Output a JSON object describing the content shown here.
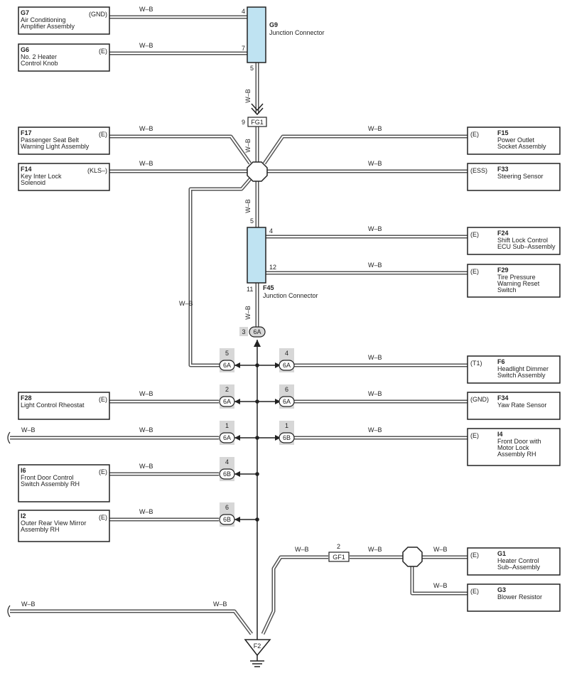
{
  "wire_color": "W–B",
  "colors": {
    "wire": "#555555",
    "connector_fill": "#bfe3f2",
    "tag_fill": "#d7d7d7",
    "line": "#222222"
  },
  "components": {
    "G7": {
      "code": "G7",
      "lines": [
        "Air Conditioning",
        "Amplifier Assembly"
      ],
      "pin": "(GND)"
    },
    "G6": {
      "code": "G6",
      "lines": [
        "No. 2 Heater",
        "Control Knob"
      ],
      "pin": "(E)"
    },
    "F17": {
      "code": "F17",
      "lines": [
        "Passenger Seat Belt",
        "Warning Light Assembly"
      ],
      "pin": "(E)"
    },
    "F14": {
      "code": "F14",
      "lines": [
        "Key Inter Lock",
        "Solenoid"
      ],
      "pin": "(KLS–)"
    },
    "F15": {
      "code": "F15",
      "lines": [
        "Power Outlet",
        "Socket Assembly"
      ],
      "pin": "(E)"
    },
    "F33": {
      "code": "F33",
      "lines": [
        "Steering Sensor"
      ],
      "pin": "(ESS)"
    },
    "F24": {
      "code": "F24",
      "lines": [
        "Shift Lock Control",
        "ECU Sub–Assembly"
      ],
      "pin": "(E)"
    },
    "F29": {
      "code": "F29",
      "lines": [
        "Tire Pressure",
        "Warning Reset",
        "Switch"
      ],
      "pin": "(E)"
    },
    "F6": {
      "code": "F6",
      "lines": [
        "Headlight Dimmer",
        "Switch Assembly"
      ],
      "pin": "(T1)"
    },
    "F28": {
      "code": "F28",
      "lines": [
        "Light Control Rheostat"
      ],
      "pin": "(E)"
    },
    "F34": {
      "code": "F34",
      "lines": [
        "Yaw Rate Sensor"
      ],
      "pin": "(GND)"
    },
    "I4": {
      "code": "I4",
      "lines": [
        "Front Door with",
        "Motor Lock",
        "Assembly RH"
      ],
      "pin": "(E)"
    },
    "I6": {
      "code": "I6",
      "lines": [
        "Front Door Control",
        "Switch Assembly RH"
      ],
      "pin": "(E)"
    },
    "I2": {
      "code": "I2",
      "lines": [
        "Outer Rear View Mirror",
        "Assembly RH"
      ],
      "pin": "(E)"
    },
    "G1": {
      "code": "G1",
      "lines": [
        "Heater Control",
        "Sub–Assembly"
      ],
      "pin": "(E)"
    },
    "G3": {
      "code": "G3",
      "lines": [
        "Blower Resistor"
      ],
      "pin": "(E)"
    }
  },
  "junction_g9": {
    "code": "G9",
    "name": "Junction Connector",
    "pins": {
      "a": "4",
      "b": "7",
      "c": "5"
    }
  },
  "junction_f45": {
    "code": "F45",
    "name": "Junction Connector",
    "pins": {
      "a": "5",
      "b": "4",
      "c": "12",
      "d": "11"
    }
  },
  "connector_fg1": {
    "label": "FG1",
    "pin": "9"
  },
  "connector_gf1": {
    "label": "GF1",
    "pin": "2"
  },
  "ground_f2": {
    "label": "F2"
  },
  "splice_tags": {
    "t3": {
      "pin": "3",
      "label": "6A"
    },
    "t5": {
      "pin": "5",
      "label": "6A"
    },
    "t4r": {
      "pin": "4",
      "label": "6A"
    },
    "t2": {
      "pin": "2",
      "label": "6A"
    },
    "t6r": {
      "pin": "6",
      "label": "6A"
    },
    "t1l": {
      "pin": "1",
      "label": "6A"
    },
    "t1r": {
      "pin": "1",
      "label": "6B"
    },
    "t4l": {
      "pin": "4",
      "label": "6B"
    },
    "t6l": {
      "pin": "6",
      "label": "6B"
    }
  }
}
